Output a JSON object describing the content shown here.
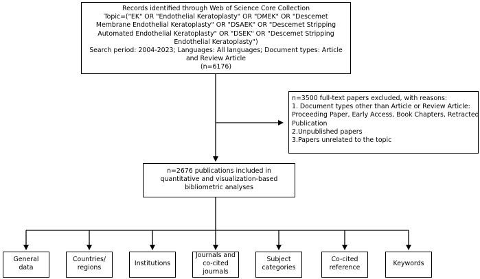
{
  "records_box": {
    "lines": [
      "Records identified through Web of Science Core Collection",
      "Topic=(\"EK\" OR \"Endothelial Keratoplasty\" OR \"DMEK\" OR \"Descemet",
      "Membrane Endothelial Keratoplasty\" OR \"DSAEK\" OR \"Descemet Stripping",
      "Automated Endothelial Keratoplasty\" OR \"DSEK\" OR \"Descemet Stripping",
      "Endothelial Keratoplasty\")",
      "Search period: 2004-2023; Languages: All languages; Document types: Article",
      "and Review Article",
      "(n=6176)"
    ]
  },
  "excluded_box": {
    "lines": [
      "n=3500 full-text papers excluded, with reasons:",
      "1. Document types other than Article or Review Article:",
      "Proceeding Paper, Early Access, Book Chapters, Retracted",
      "Publication",
      "2.Unpublished papers",
      "3.Papers unrelated to the topic"
    ]
  },
  "included_box": {
    "lines": [
      "n=2676 publications included in",
      "quantitative and visualization-based",
      "bibliometric analyses"
    ]
  },
  "categories": [
    {
      "lines": [
        "General",
        "data"
      ]
    },
    {
      "lines": [
        "Countries/",
        "regions"
      ]
    },
    {
      "lines": [
        "Institutions"
      ]
    },
    {
      "lines": [
        "Journals and",
        "co-cited",
        "journals"
      ]
    },
    {
      "lines": [
        "Subject",
        "categories"
      ]
    },
    {
      "lines": [
        "Co-cited",
        "reference"
      ]
    },
    {
      "lines": [
        "Keywords"
      ]
    }
  ]
}
